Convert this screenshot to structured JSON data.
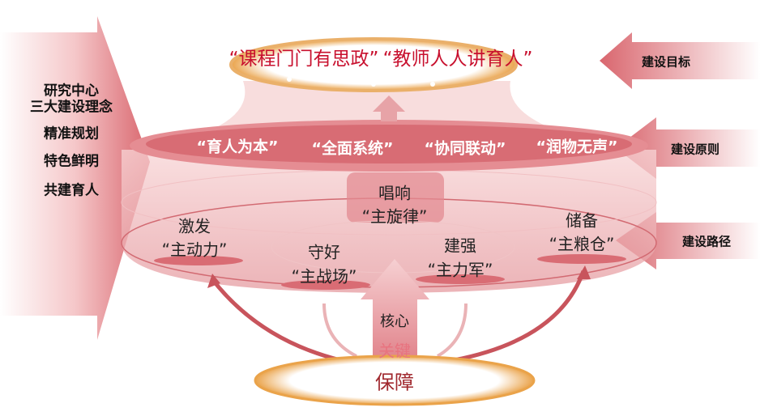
{
  "left_panel": {
    "title_line1": "研究中心",
    "title_line2": "三大建设理念",
    "items": [
      "精准规划",
      "特色鲜明",
      "共建育人"
    ]
  },
  "right_labels": {
    "goal": "建设目标",
    "principle": "建设原则",
    "path": "建设路径"
  },
  "goals": [
    "“课程门门有思政”",
    "“教师人人讲育人”"
  ],
  "principles": [
    "“育人为本”",
    "“全面系统”",
    "“协同联动”",
    "“润物无声”"
  ],
  "paths": {
    "center": {
      "verb": "唱响",
      "object": "“主旋律”"
    },
    "items": [
      {
        "verb": "激发",
        "object": "“主动力”"
      },
      {
        "verb": "守好",
        "object": "“主战场”"
      },
      {
        "verb": "建强",
        "object": "“主力军”"
      },
      {
        "verb": "储备",
        "object": "“主粮仓”"
      }
    ]
  },
  "foundation": {
    "core": "核心",
    "key": "关键",
    "base": "保障"
  },
  "colors": {
    "accent": "#c8102e",
    "pink": "#e8a0a4",
    "gold": "#e8a040"
  }
}
